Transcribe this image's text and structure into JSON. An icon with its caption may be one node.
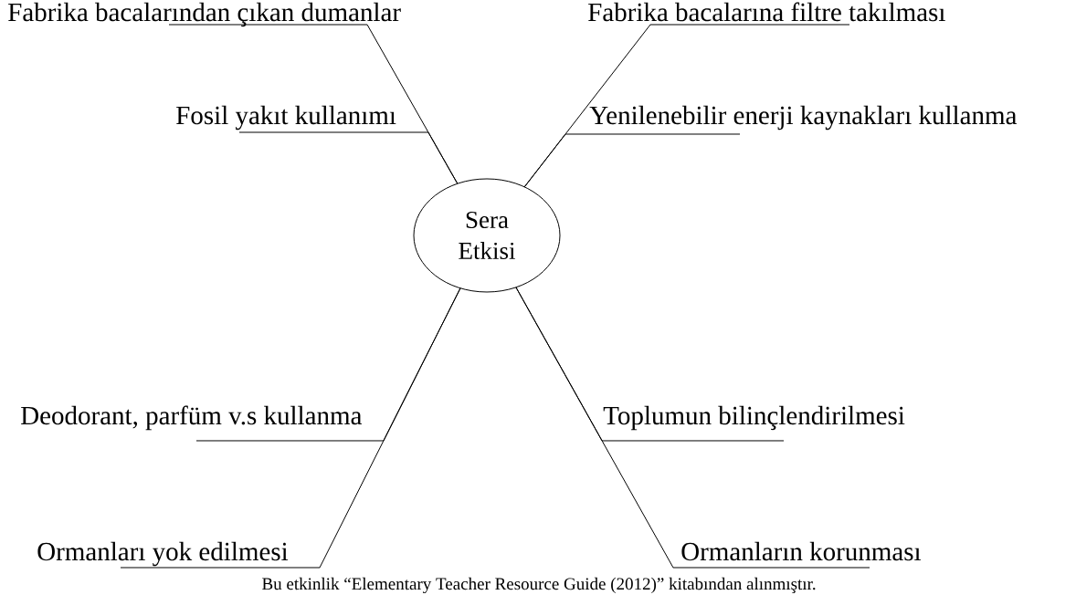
{
  "diagram": {
    "caption": "Bu etkinlik “Elementary Teacher Resource Guide (2012)” kitabından alınmıştır.",
    "nodes": [
      {
        "text": [
          "Sera Etkisi"
        ]
      },
      {
        "text": [
          "Fabrika bacalarından çıkan dumanlar"
        ]
      },
      {
        "text": [
          "Fosil yakıt kullanımı"
        ]
      },
      {
        "text": [
          "Fabrika bacalarına filtre takılması"
        ]
      },
      {
        "text": [
          "Yenilenebilir enerji kaynakları kullanma"
        ]
      },
      {
        "text": [
          "Deodorant, parfüm v.s kullanma"
        ]
      },
      {
        "text": [
          "Ormanları yok edilmesi"
        ]
      },
      {
        "text": [
          "Toplumun bilinçlendirilmesi"
        ]
      },
      {
        "text": [
          "Ormanların korunması"
        ]
      }
    ],
    "edges": [
      {
        "from": 0,
        "to": 1,
        "arrow": "none"
      },
      {
        "from": 0,
        "to": 2,
        "arrow": "none"
      },
      {
        "from": 0,
        "to": 3,
        "arrow": "none"
      },
      {
        "from": 0,
        "to": 4,
        "arrow": "none"
      },
      {
        "from": 0,
        "to": 5,
        "arrow": "none"
      },
      {
        "from": 0,
        "to": 6,
        "arrow": "none"
      },
      {
        "from": 0,
        "to": 7,
        "arrow": "none"
      },
      {
        "from": 0,
        "to": 8,
        "arrow": "none"
      }
    ]
  }
}
